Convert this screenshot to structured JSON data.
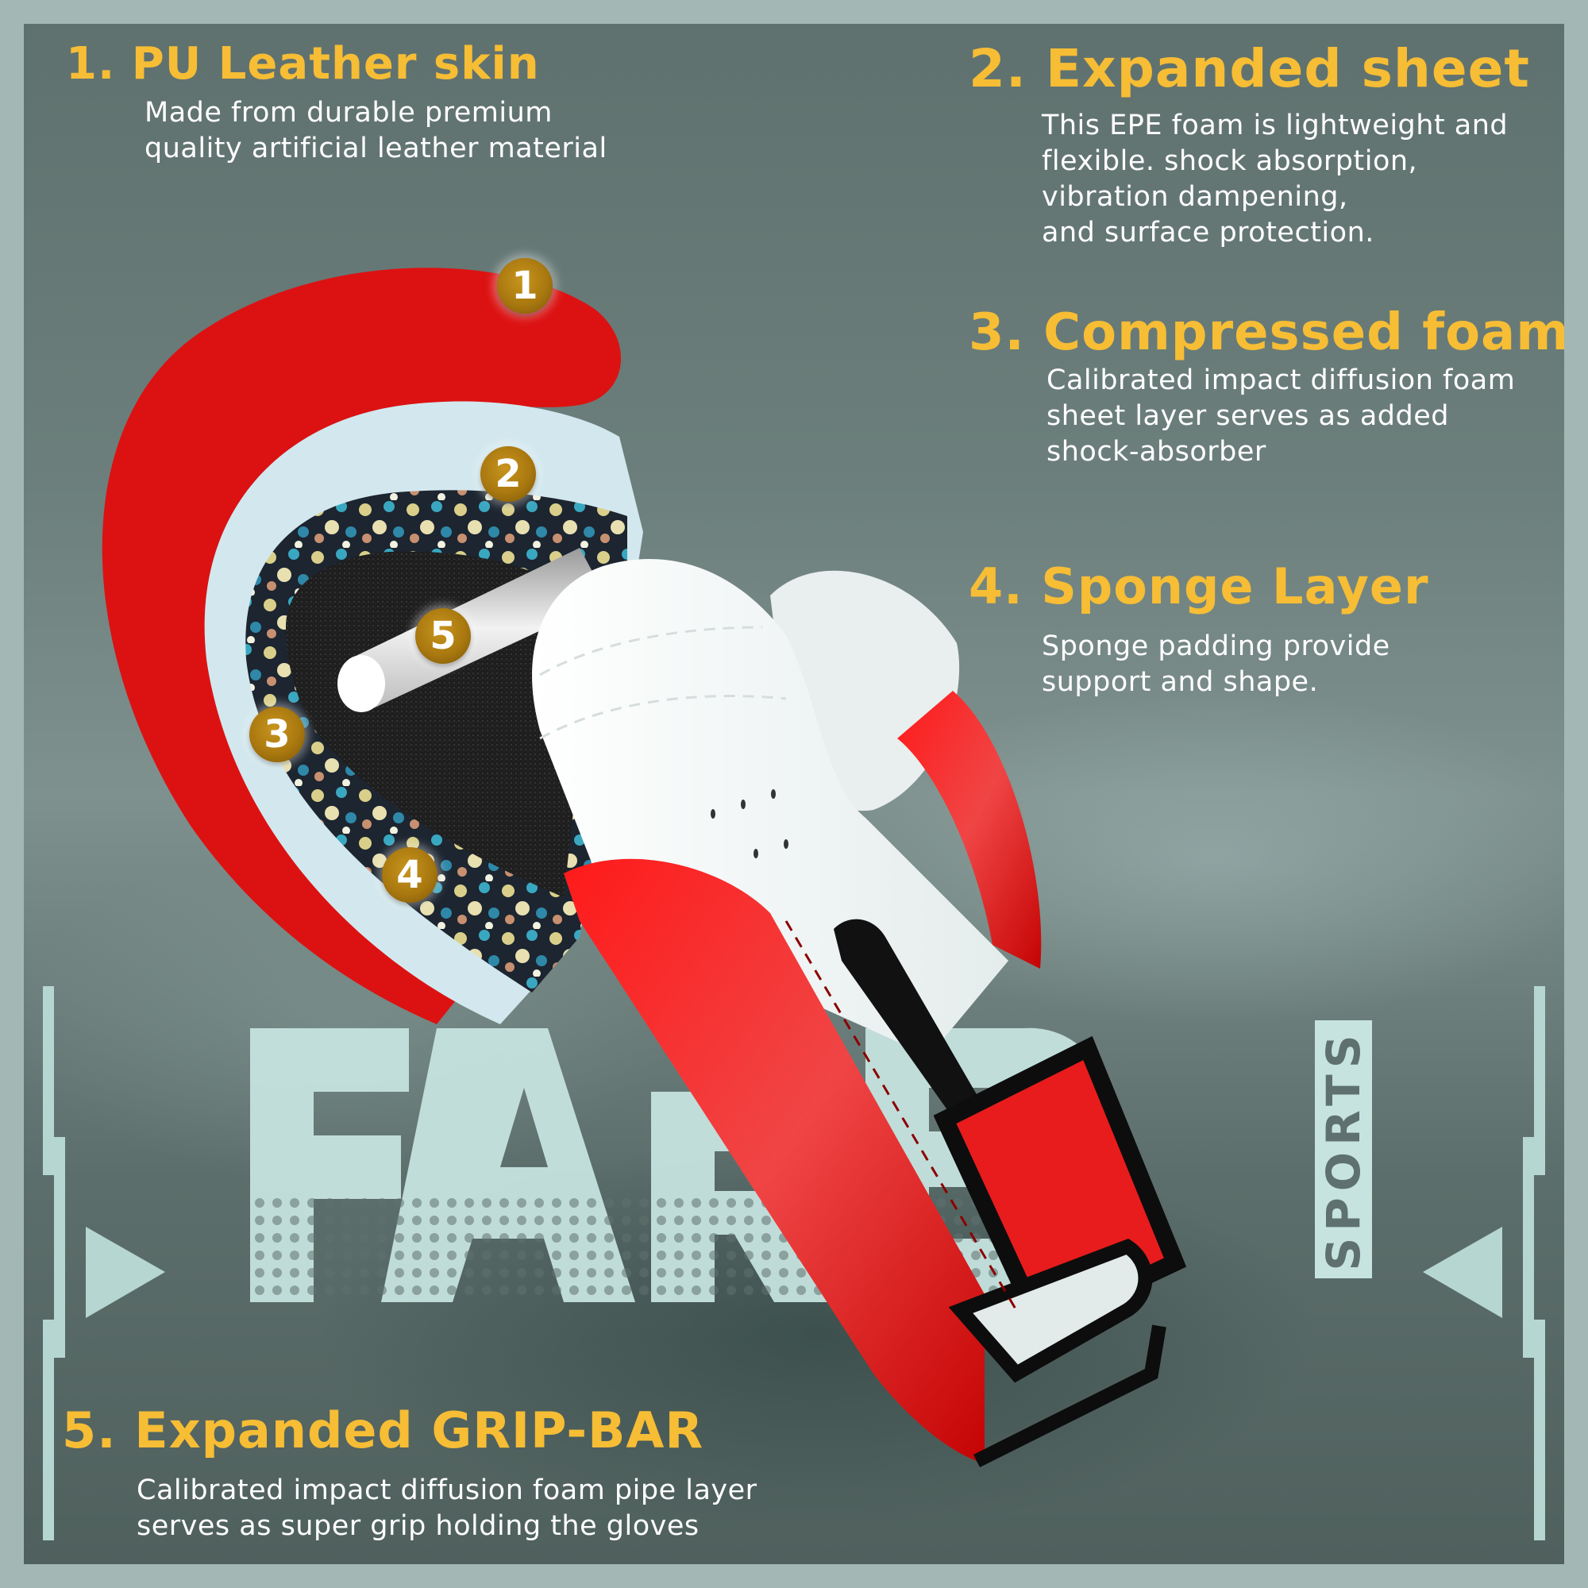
{
  "features": [
    {
      "number": "1",
      "title": "1. PU Leather skin",
      "description": "Made from durable premium\nquality artificial leather material"
    },
    {
      "number": "2",
      "title": "2. Expanded sheet",
      "description": "This EPE foam is lightweight and\nflexible. shock absorption,\nvibration dampening,\nand surface protection."
    },
    {
      "number": "3",
      "title": "3. Compressed foam",
      "description": "Calibrated impact diffusion foam\nsheet layer serves as added\nshock-absorber"
    },
    {
      "number": "4",
      "title": "4. Sponge Layer",
      "description": "Sponge padding provide\nsupport and shape."
    },
    {
      "number": "5",
      "title": "5. Expanded GRIP-BAR",
      "description": "Calibrated impact diffusion foam pipe layer\nserves as super grip holding the gloves"
    }
  ],
  "badges": [
    "1",
    "2",
    "3",
    "4",
    "5"
  ],
  "logo": {
    "wordmark": "FARB",
    "tagline": "SPORTS"
  },
  "colors": {
    "heading": "#f6bd35",
    "body_text": "#ffffff",
    "glove_red": "#e01010",
    "badge_gold": "#a9780f",
    "frame": "#a3b7b4",
    "logo_fill": "#c6e3df"
  }
}
